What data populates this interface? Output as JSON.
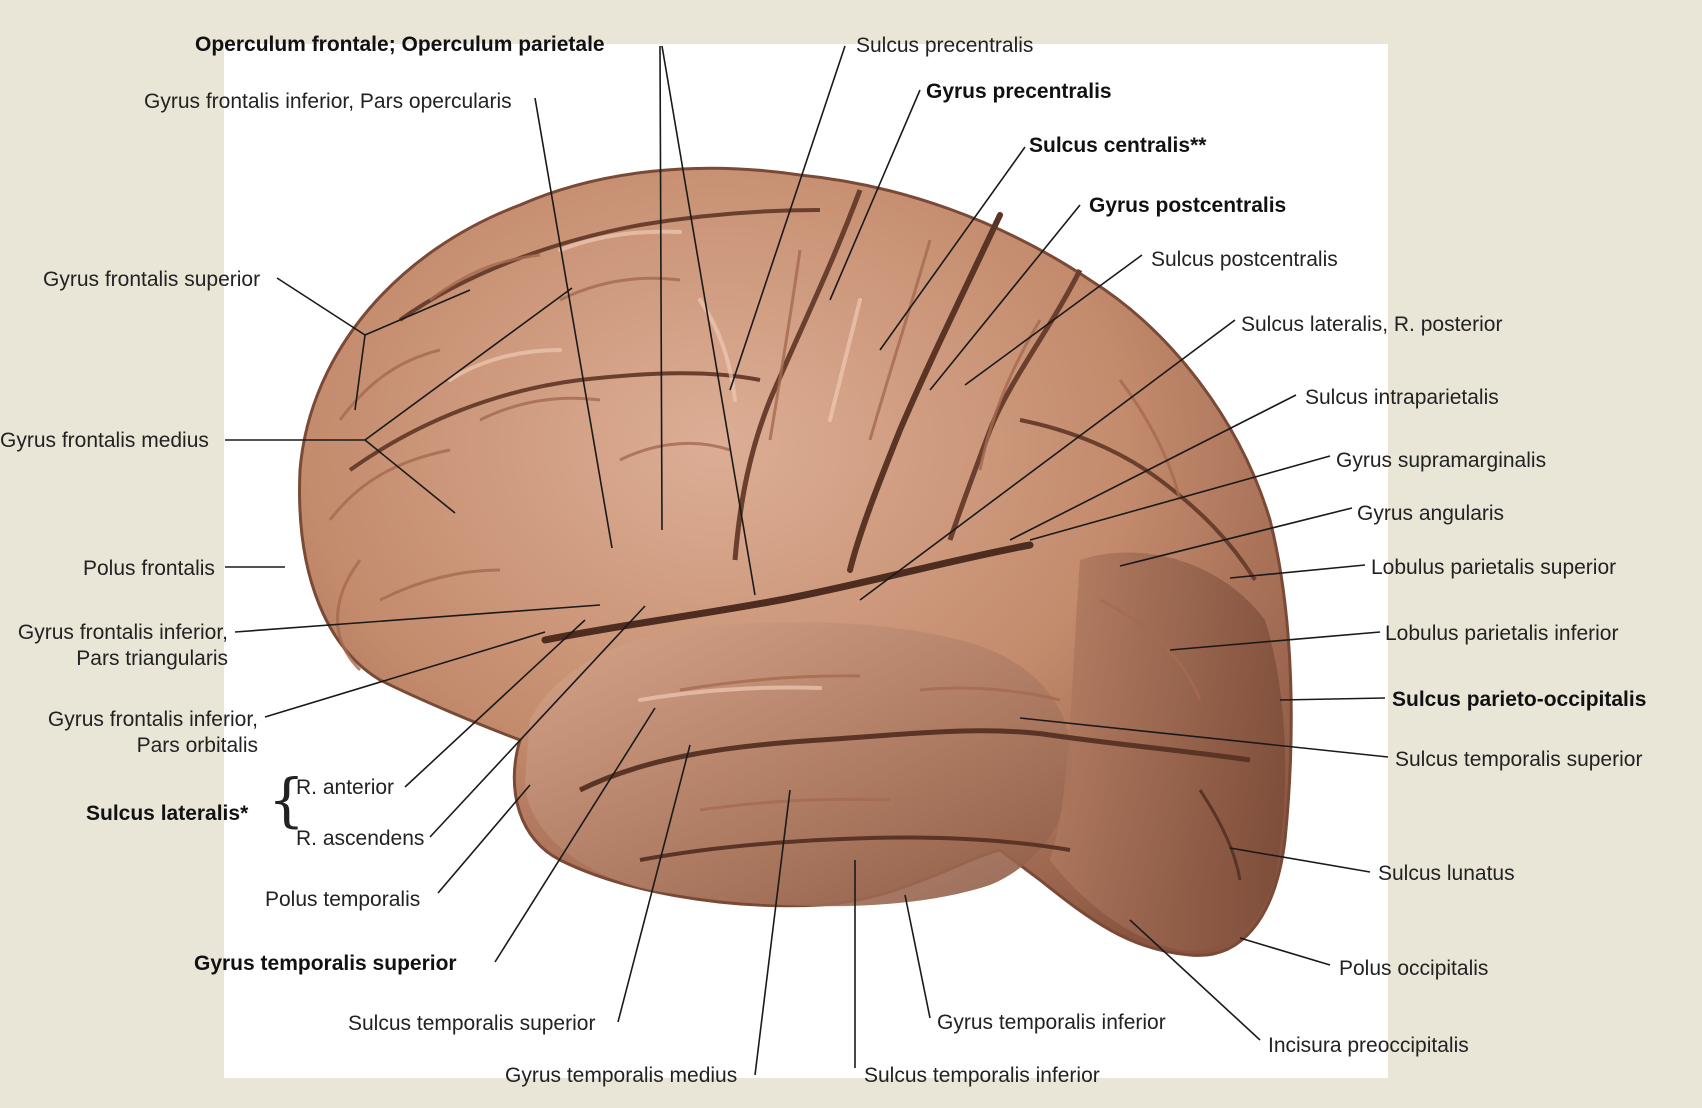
{
  "labels": {
    "operculum": "Operculum frontale; Operculum parietale",
    "gfi_pars_opercularis": "Gyrus frontalis inferior, Pars opercularis",
    "gyrus_frontalis_superior": "Gyrus frontalis superior",
    "gyrus_frontalis_medius": "Gyrus frontalis medius",
    "polus_frontalis": "Polus frontalis",
    "gfi_pars_triangularis_1": "Gyrus frontalis inferior,",
    "gfi_pars_triangularis_2": "Pars triangularis",
    "gfi_pars_orbitalis_1": "Gyrus frontalis inferior,",
    "gfi_pars_orbitalis_2": "Pars orbitalis",
    "sulcus_lateralis": "Sulcus lateralis*",
    "r_anterior": "R. anterior",
    "r_ascendens": "R. ascendens",
    "polus_temporalis": "Polus temporalis",
    "gyrus_temporalis_superior": "Gyrus temporalis superior",
    "sulcus_temporalis_superior_bottom": "Sulcus temporalis superior",
    "gyrus_temporalis_medius": "Gyrus temporalis medius",
    "sulcus_temporalis_inferior": "Sulcus temporalis inferior",
    "gyrus_temporalis_inferior": "Gyrus temporalis inferior",
    "incisura_preoccipitalis": "Incisura preoccipitalis",
    "polus_occipitalis": "Polus occipitalis",
    "sulcus_lunatus": "Sulcus lunatus",
    "sulcus_temporalis_superior_right": "Sulcus temporalis superior",
    "sulcus_parieto_occipitalis": "Sulcus parieto-occipitalis",
    "lobulus_parietalis_inferior": "Lobulus parietalis inferior",
    "lobulus_parietalis_superior": "Lobulus parietalis superior",
    "gyrus_angularis": "Gyrus angularis",
    "gyrus_supramarginalis": "Gyrus supramarginalis",
    "sulcus_intraparietalis": "Sulcus intraparietalis",
    "sulcus_lateralis_r_posterior": "Sulcus lateralis, R. posterior",
    "sulcus_postcentralis": "Sulcus postcentralis",
    "gyrus_postcentralis": "Gyrus postcentralis",
    "sulcus_centralis": "Sulcus centralis**",
    "gyrus_precentralis": "Gyrus precentralis",
    "sulcus_precentralis": "Sulcus precentralis"
  },
  "colors": {
    "background": "#e9e6d8",
    "panel": "#ffffff",
    "brain_light": "#d9a88e",
    "brain_mid": "#b87a5e",
    "brain_dark": "#6e4230",
    "leader_line": "#1a1a1a"
  }
}
